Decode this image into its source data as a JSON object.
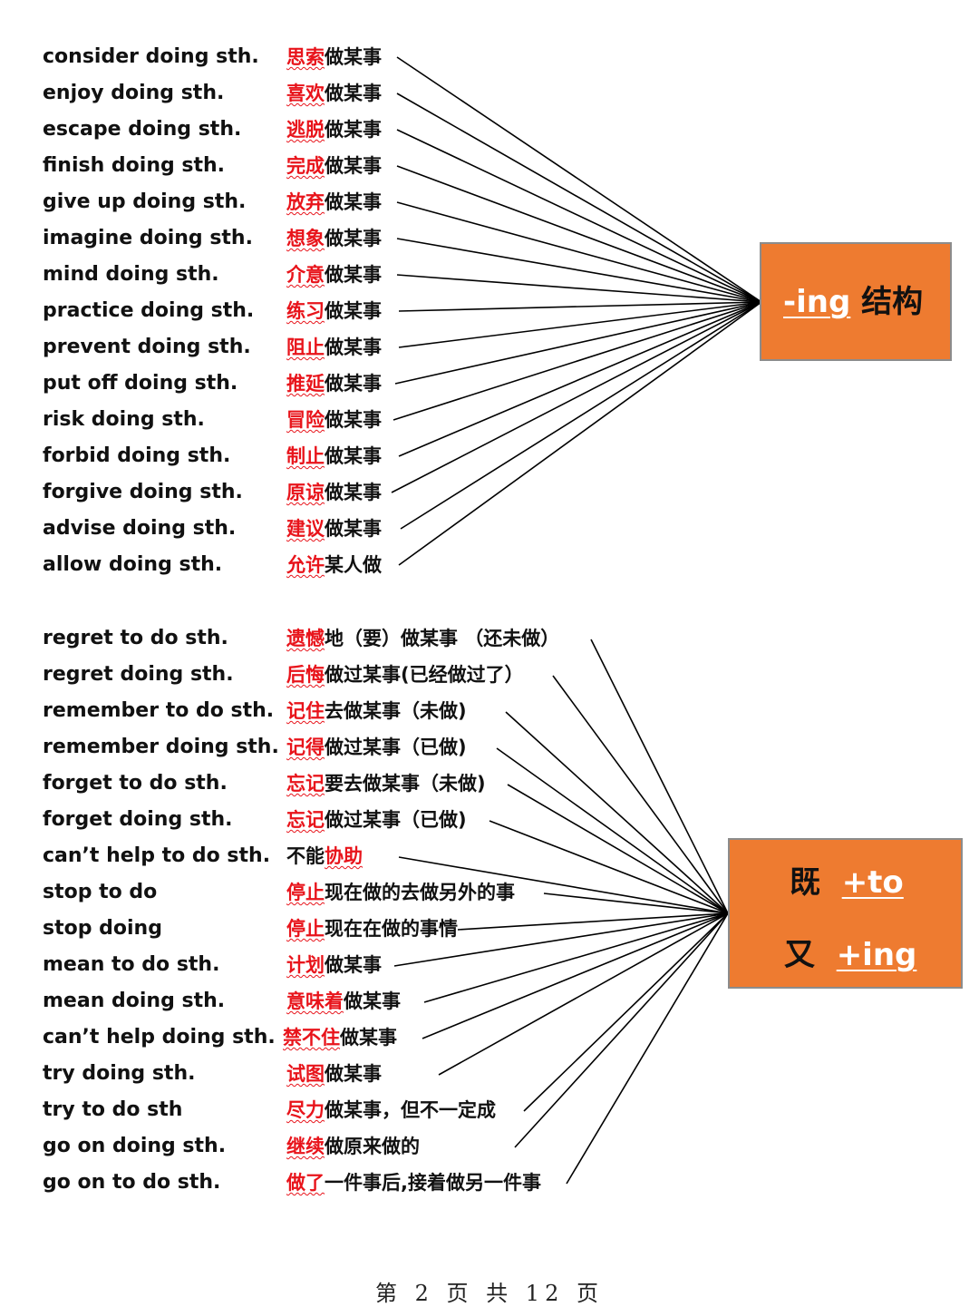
{
  "section_ing": {
    "box": {
      "suffix": "-ing",
      "label": "结构"
    },
    "rows": [
      {
        "en": "consider doing sth.",
        "hl": "思索",
        "rest": "做某事"
      },
      {
        "en": "enjoy doing sth.",
        "hl": "喜欢",
        "rest": "做某事"
      },
      {
        "en": "escape doing sth.",
        "hl": "逃脱",
        "rest": "做某事"
      },
      {
        "en": "finish doing sth.",
        "hl": "完成",
        "rest": "做某事"
      },
      {
        "en": "give up doing sth.",
        "hl": "放弃",
        "rest": "做某事"
      },
      {
        "en": "imagine doing sth.",
        "hl": "想象",
        "rest": "做某事"
      },
      {
        "en": "mind doing sth.",
        "hl": "介意",
        "rest": "做某事"
      },
      {
        "en": "practice doing sth.",
        "hl": "练习",
        "rest": "做某事"
      },
      {
        "en": "prevent doing sth.",
        "hl": "阻止",
        "rest": "做某事"
      },
      {
        "en": "put off doing sth.",
        "hl": "推延",
        "rest": "做某事"
      },
      {
        "en": "risk doing sth.",
        "hl": "冒险",
        "rest": "做某事"
      },
      {
        "en": "forbid doing sth.",
        "hl": "制止",
        "rest": "做某事"
      },
      {
        "en": "forgive doing sth.",
        "hl": "原谅",
        "rest": "做某事"
      },
      {
        "en": "advise doing sth.",
        "hl": "建议",
        "rest": "做某事"
      },
      {
        "en": "allow doing sth.",
        "hl": "允许",
        "rest": "某人做"
      }
    ]
  },
  "section_both": {
    "box": {
      "line1_char": "既",
      "line1_suffix": "+to",
      "line2_char": "又",
      "line2_suffix": "+ing"
    },
    "rows": [
      {
        "en": "regret to do sth.",
        "pre": "",
        "hl": "遗憾",
        "rest": "地（要）做某事 （还未做）"
      },
      {
        "en": "regret doing sth.",
        "pre": "",
        "hl": "后悔",
        "rest": "做过某事(已经做过了）"
      },
      {
        "en": "remember to do sth.",
        "pre": "",
        "hl": "记住",
        "rest": "去做某事（未做)"
      },
      {
        "en": "remember doing sth.",
        "pre": "",
        "hl": "记得",
        "rest": "做过某事（已做)"
      },
      {
        "en": "forget to do sth.",
        "pre": "",
        "hl": "忘记",
        "rest": "要去做某事（未做)"
      },
      {
        "en": "forget doing sth.",
        "pre": "",
        "hl": "忘记",
        "rest": "做过某事（已做)"
      },
      {
        "en": "can’t help to do sth.",
        "pre": "不能",
        "hl": "协助",
        "rest": ""
      },
      {
        "en": "stop to do",
        "pre": "",
        "hl": "停止",
        "rest": "现在做的去做另外的事"
      },
      {
        "en": "stop doing",
        "pre": "",
        "hl": "停止",
        "rest": "现在在做的事情"
      },
      {
        "en": "mean to do sth.",
        "pre": "",
        "hl": "计划",
        "rest": "做某事"
      },
      {
        "en": "mean doing sth.",
        "pre": "",
        "hl": "意味着",
        "rest": "做某事"
      },
      {
        "en": "can’t help doing sth.",
        "pre": "",
        "hl": "禁不住",
        "rest": "做某事"
      },
      {
        "en": "try doing sth.",
        "pre": "",
        "hl": "试图",
        "rest": "做某事"
      },
      {
        "en": "try to do sth",
        "pre": "",
        "hl": "尽力",
        "rest": "做某事，但不一定成"
      },
      {
        "en": "go on doing sth.",
        "pre": "",
        "hl": "继续",
        "rest": "做原来做的"
      },
      {
        "en": "go on to do sth.",
        "pre": "",
        "hl": "做了",
        "rest": "一件事后,接着做另一件事"
      }
    ]
  },
  "footer": {
    "text": "第 2 页 共 12 页"
  },
  "colors": {
    "highlight": "#e8141b",
    "box_fill": "#ee7b30",
    "box_border": "#8c8c8c"
  }
}
